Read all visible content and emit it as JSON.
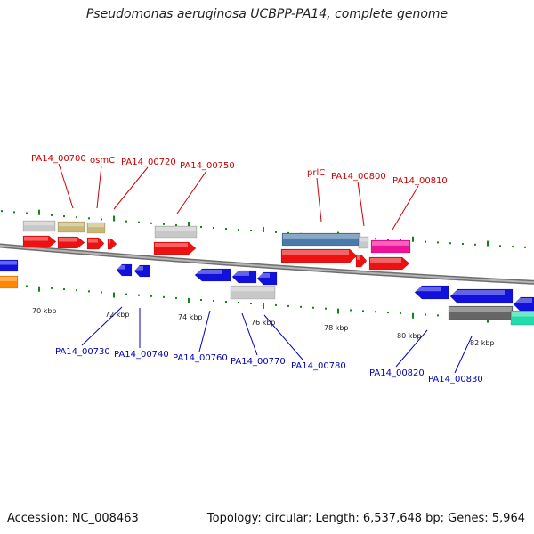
{
  "title": "Pseudomonas aeruginosa UCBPP-PA14, complete genome",
  "footer": {
    "accession": "Accession: NC_008463",
    "topology": "Topology: circular; Length: 6,537,648 bp; Genes: 5,964"
  },
  "colors": {
    "forward_label": "#cc0000",
    "reverse_label": "#0000bb",
    "forward_gene": "#ee1111",
    "reverse_gene": "#1111dd",
    "backbone": "#8a8a8a",
    "tick": "#118811",
    "grey_feature": "#c8c8c8",
    "olive_feature": "#c8b878",
    "steel_feature": "#4a7aaa",
    "magenta_feature": "#ee1199",
    "orange_feature": "#ff8800",
    "dark_feature": "#666666",
    "teal_feature": "#22ddaa"
  },
  "kbp_ticks": [
    {
      "label": "70 kbp",
      "kbp": 70
    },
    {
      "label": "72 kbp",
      "kbp": 72
    },
    {
      "label": "74 kbp",
      "kbp": 74
    },
    {
      "label": "76 kbp",
      "kbp": 76
    },
    {
      "label": "78 kbp",
      "kbp": 78
    },
    {
      "label": "80 kbp",
      "kbp": 80
    },
    {
      "label": "82 kbp",
      "kbp": 82
    }
  ],
  "forward_labels": [
    {
      "text": "PA14_00700"
    },
    {
      "text": "osmC"
    },
    {
      "text": "PA14_00720"
    },
    {
      "text": "PA14_00750"
    },
    {
      "text": "prlC"
    },
    {
      "text": "PA14_00800"
    },
    {
      "text": "PA14_00810"
    }
  ],
  "reverse_labels": [
    {
      "text": "PA14_00730"
    },
    {
      "text": "PA14_00740"
    },
    {
      "text": "PA14_00760"
    },
    {
      "text": "PA14_00770"
    },
    {
      "text": "PA14_00780"
    },
    {
      "text": "PA14_00820"
    },
    {
      "text": "PA14_00830"
    }
  ]
}
